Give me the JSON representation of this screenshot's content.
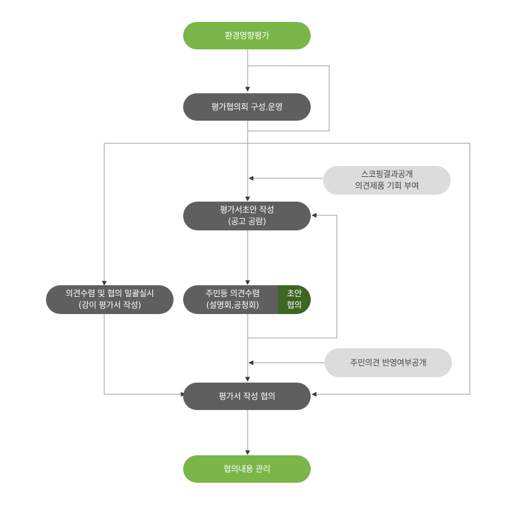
{
  "nodes": {
    "eia": {
      "label": "환경영향평가"
    },
    "committee": {
      "label": "평가협의회 구성.운영"
    },
    "scoping": {
      "line1": "스코핑결과공개",
      "line2": "의견제품 기회 부여"
    },
    "draft": {
      "line1": "평가서초안 작성",
      "line2": "(공고 공람)"
    },
    "bulk": {
      "line1": "의견수렴 및 협의 일괄실시",
      "line2": "(강이 평가서 작성)"
    },
    "residents": {
      "line1": "주민등 의견수렴",
      "line2": "(설명회,공청회)",
      "tag1": "초안",
      "tag2": "협의"
    },
    "disclosure": {
      "label": "주민의견 반영여부공개"
    },
    "consult": {
      "label": "평가서 작성 협의"
    },
    "manage": {
      "label": "협의내용 관리"
    }
  },
  "colors": {
    "green": "#7ab648",
    "dark": "#5f5f5f",
    "light": "#dcdcdc",
    "tag": "#3d6622",
    "line": "#9a9a9a"
  }
}
